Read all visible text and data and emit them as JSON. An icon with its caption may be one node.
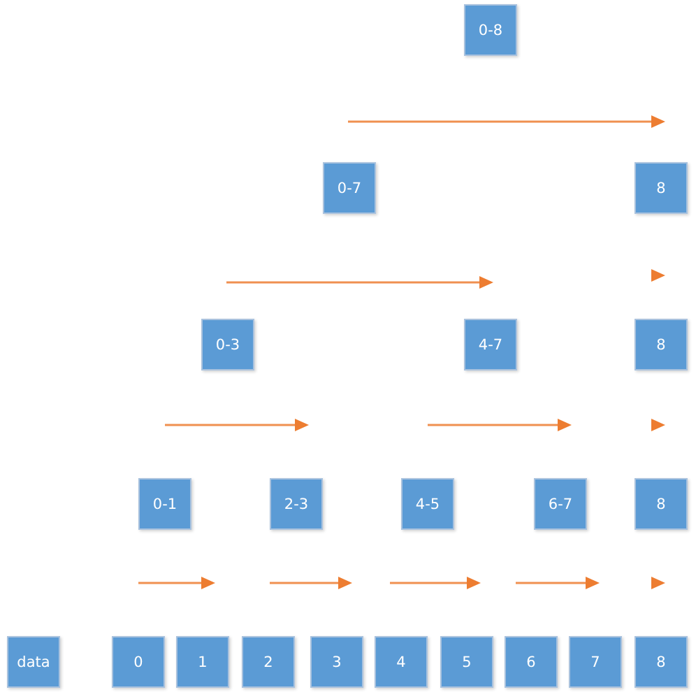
{
  "diagram": {
    "nodes": [
      {
        "text": [
          "0-8"
        ]
      },
      {
        "text": [
          "0-7"
        ]
      },
      {
        "text": [
          "8"
        ]
      },
      {
        "text": [
          "0-3"
        ]
      },
      {
        "text": [
          "4-7"
        ]
      },
      {
        "text": [
          "8"
        ]
      },
      {
        "text": [
          "0-1"
        ]
      },
      {
        "text": [
          "2-3"
        ]
      },
      {
        "text": [
          "4-5"
        ]
      },
      {
        "text": [
          "6-7"
        ]
      },
      {
        "text": [
          "8"
        ]
      },
      {
        "text": [
          "data"
        ]
      },
      {
        "text": [
          "0"
        ]
      },
      {
        "text": [
          "1"
        ]
      },
      {
        "text": [
          "2"
        ]
      },
      {
        "text": [
          "3"
        ]
      },
      {
        "text": [
          "4"
        ]
      },
      {
        "text": [
          "5"
        ]
      },
      {
        "text": [
          "6"
        ]
      },
      {
        "text": [
          "7"
        ]
      },
      {
        "text": [
          "8"
        ]
      }
    ]
  }
}
